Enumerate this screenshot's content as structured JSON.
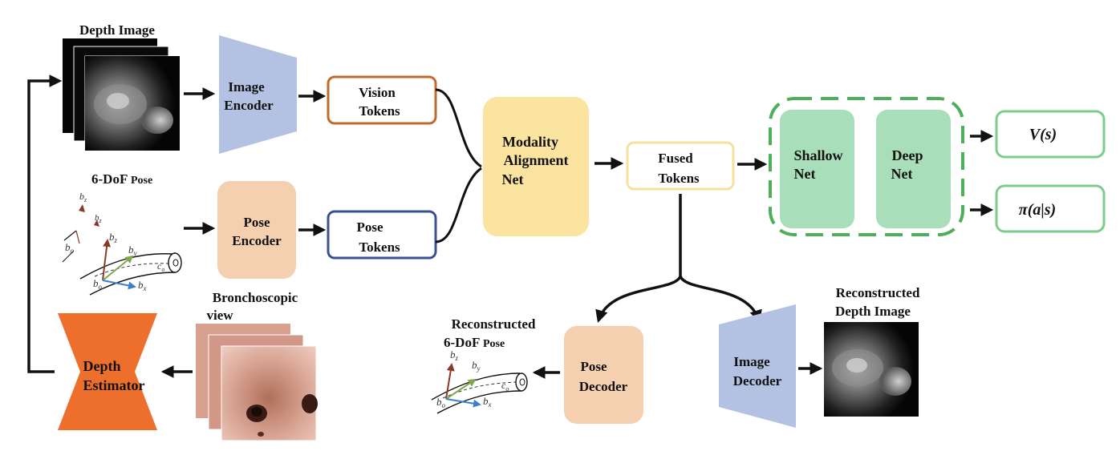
{
  "labels": {
    "depth_image": "Depth Image",
    "pose_6dof": "6-DoF",
    "pose_word": "Pose",
    "image_encoder": [
      "Image",
      "Encoder"
    ],
    "pose_encoder": [
      "Pose",
      "Encoder"
    ],
    "vision_tokens": [
      "Vision",
      "Tokens"
    ],
    "pose_tokens": [
      "Pose",
      "Tokens"
    ],
    "modality_alignment": [
      "Modality",
      "Alignment",
      "Net"
    ],
    "fused_tokens": [
      "Fused",
      "Tokens"
    ],
    "shallow_net": [
      "Shallow",
      "Net"
    ],
    "deep_net": [
      "Deep",
      "Net"
    ],
    "value_output": "V(s)",
    "policy_output": "π(a|s)",
    "bronchoscopic_view": [
      "Bronchoscopic",
      "view"
    ],
    "depth_estimator": [
      "Depth",
      "Estimator"
    ],
    "reconstructed_pose": "Reconstructed",
    "reconstructed_pose_6dof": "6-DoF",
    "reconstructed_pose_word": "Pose",
    "pose_decoder": [
      "Pose",
      "Decoder"
    ],
    "image_decoder": [
      "Image",
      "Decoder"
    ],
    "reconstructed_depth": [
      "Reconstructed",
      "Depth Image"
    ]
  },
  "axis_labels": {
    "bz": "b",
    "bz_sub": "z",
    "by": "b",
    "by_sub": "y",
    "bx": "b",
    "bx_sub": "x",
    "bo": "b",
    "bo_sub": "o",
    "co": "c",
    "co_sub": "o"
  },
  "colors": {
    "encoder_blue": "#b3c1e2",
    "pose_orange": "#f5d0b0",
    "vision_token_border": "#c06a2c",
    "pose_token_border": "#3a5290",
    "modality_fill": "#fbe3a0",
    "fused_border": "#f4e2a0",
    "net_green": "#a8dfba",
    "dashed_green": "#4fae5a",
    "output_border": "#7ccc8a",
    "depth_estimator": "#ee6f2c",
    "arrow": "#111111"
  }
}
